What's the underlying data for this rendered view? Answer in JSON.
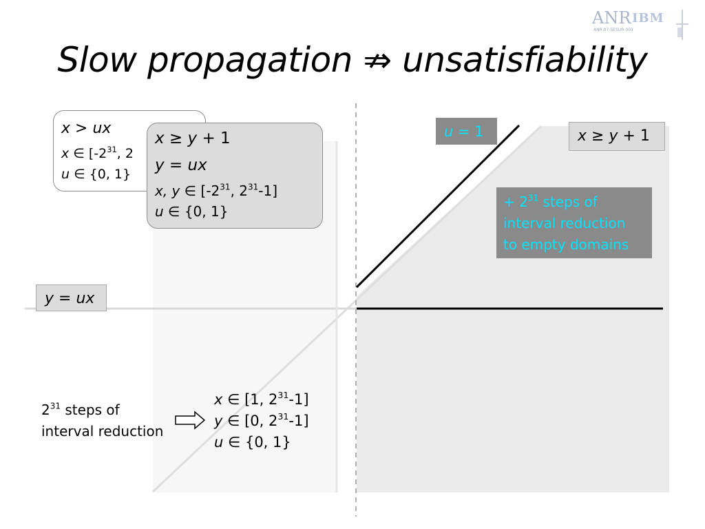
{
  "slide": {
    "title": "Slow propagation ⇏ unsatisfiability",
    "logo": {
      "anr": "ANR",
      "r": "R",
      "ibm": "IBM",
      "sub": "ANR-07-SESUR-003"
    },
    "callout_back": {
      "line1": "x > ux",
      "line2_var": "x",
      "line2_rest": " ∈ [-2",
      "line2_exp": "31",
      "line2_tail": ", 2",
      "line3_var": "u",
      "line3_rest": " ∈ {0, 1}"
    },
    "callout_front": {
      "line1_var1": "x",
      "line1_mid": " ≥ ",
      "line1_var2": "y",
      "line1_tail": " + 1",
      "line2_var1": "y",
      "line2_mid": " = ",
      "line2_var2": "ux",
      "line3_vars": "x, y",
      "line3_a": " ∈ [-2",
      "line3_exp1": "31",
      "line3_b": ", 2",
      "line3_exp2": "31",
      "line3_c": "-1]",
      "line4_var": "u",
      "line4_rest": " ∈ {0, 1}"
    },
    "label_y_ux": {
      "var1": "y",
      "mid": " = ",
      "var2": "ux"
    },
    "label_u1": {
      "var": "u",
      "rest": " = 1"
    },
    "label_x_y1": {
      "var1": "x",
      "mid": " ≥ ",
      "var2": "y",
      "tail": " + 1"
    },
    "note": {
      "a": "+ 2",
      "exp": "31",
      "b": " steps of",
      "line2": "interval reduction",
      "line3": "to empty domains"
    },
    "steps": {
      "base": "2",
      "exp": "31",
      "rest": " steps of",
      "line2": "interval reduction"
    },
    "result": {
      "x_var": "x",
      "x_a": " ∈ [1, 2",
      "x_exp": "31",
      "x_b": "-1]",
      "y_var": "y",
      "y_a": " ∈ [0, 2",
      "y_exp": "31",
      "y_b": "-1]",
      "u_var": "u",
      "u_a": " ∈ {0, 1}"
    },
    "colors": {
      "note_bg": "#8a8a8a",
      "note_text": "#00e5ff",
      "region": "#ebebeb",
      "label_bg": "#dcdcdc"
    }
  }
}
